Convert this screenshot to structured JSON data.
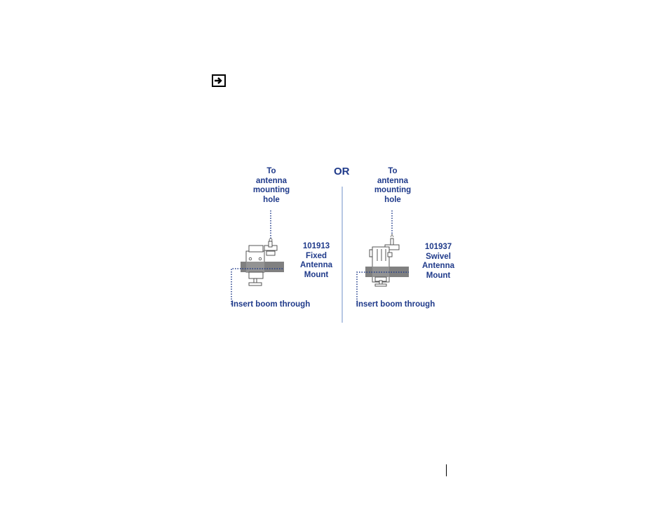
{
  "figure": {
    "left": {
      "callout_top": "To\nantenna\nmounting\nhole",
      "part_label": "101913\nFixed\nAntenna\nMount",
      "bottom_label": "Insert boom through"
    },
    "divider_text": "OR",
    "right": {
      "callout_top": "To\nantenna\nmounting\nhole",
      "part_label": "101937\nSwivel\nAntenna\nMount",
      "bottom_label": "Insert boom through"
    }
  },
  "icons": [
    "note-arrow-icon"
  ],
  "colors": {
    "label": "#1f3a8a",
    "boom": "#808080",
    "divider": "#6f8fc9",
    "dotted": "#1f3a8a"
  }
}
